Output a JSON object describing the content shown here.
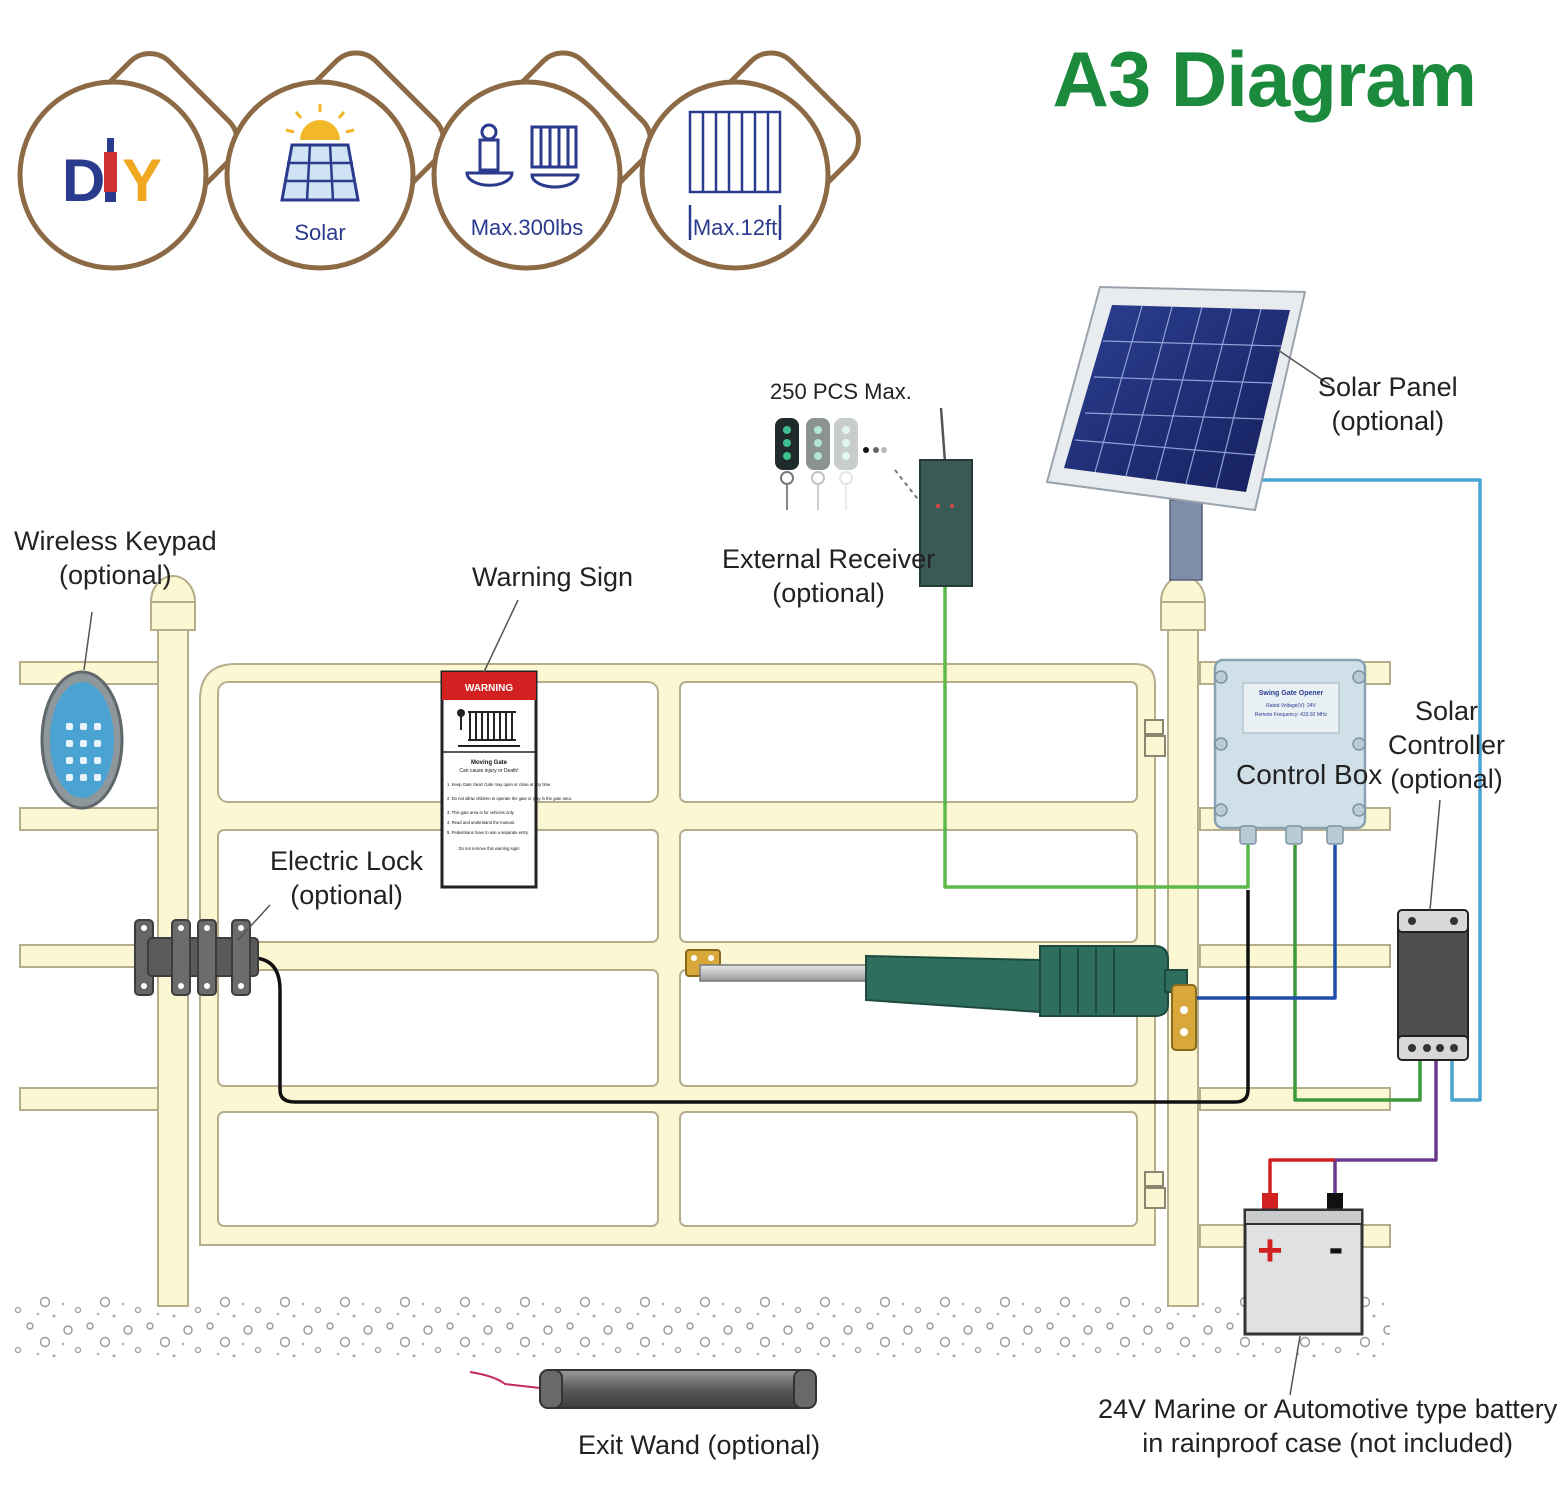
{
  "title": "A3 Diagram",
  "badges": [
    {
      "icon": "diy-icon",
      "label_parts": [
        "D",
        "I",
        "Y"
      ]
    },
    {
      "icon": "solar-icon",
      "label": "Solar"
    },
    {
      "icon": "scale-icon",
      "label": "Max.300lbs"
    },
    {
      "icon": "gate-length-icon",
      "label": "Max.12ft"
    }
  ],
  "labels": {
    "remotes": "250 PCS Max.",
    "solar_panel": [
      "Solar Panel",
      "(optional)"
    ],
    "wireless_keypad": [
      "Wireless Keypad",
      "(optional)"
    ],
    "warning_sign": "Warning Sign",
    "external_receiver": [
      "External Receiver",
      "(optional)"
    ],
    "solar_controller": [
      "Solar",
      "Controller",
      "(optional)"
    ],
    "control_box": "Control Box",
    "electric_lock": [
      "Electric Lock",
      "(optional)"
    ],
    "exit_wand": "Exit Wand (optional)",
    "battery": [
      "24V Marine or Automotive type battery",
      "in rainproof case (not included)"
    ]
  },
  "warning_sign": {
    "header": "WARNING",
    "heading": "Moving Gate",
    "subheading": "Can cause injury or Death!",
    "items": [
      "1. Keep Gate clear! Gate may open or close at any time.",
      "2. Do not allow children to operate the gate or play in the gate area.",
      "3. This gate area is for vehicles only.",
      "4. Read and understand the manual.",
      "5. Pedestrians have to use a separate entry."
    ],
    "footer": "Do not remove this warning sign!"
  },
  "control_box_plate": {
    "line1": "Swing Gate Opener",
    "line2": "Rated Voltage(V): 24V",
    "line3": "Remote Frequency: 433.92 MHz"
  },
  "battery": {
    "positive": "+",
    "negative": "-"
  },
  "colors": {
    "title": "#1b8a3c",
    "badge_ring": "#8b6a45",
    "gate_fill": "#fbf7d2",
    "gate_stroke": "#b5ad8c",
    "solar_panel": "#1e2f78",
    "actuator": "#2e6e5e",
    "wire_green": "#5fb84a",
    "wire_blue": "#1f4fa8",
    "wire_light_blue": "#4aa3d3",
    "wire_purple": "#6b3a8e",
    "wire_red": "#d12020",
    "wire_black": "#111111"
  }
}
